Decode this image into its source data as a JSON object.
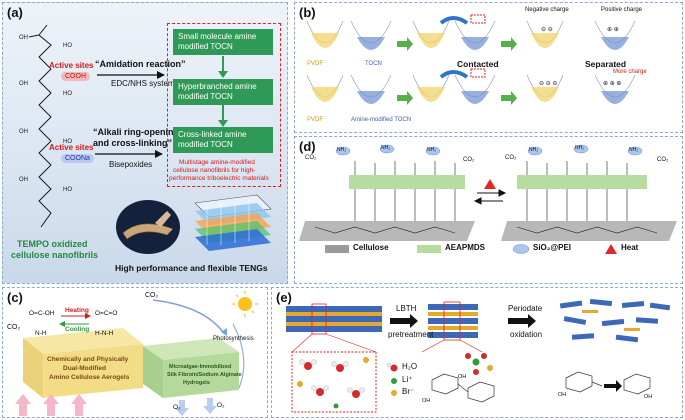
{
  "panels": {
    "a": {
      "label": "(a)",
      "active_sites_1": "Active sites",
      "cooh": "COOH",
      "amidation": "“Amidation reaction”",
      "edc": "EDC/NHS system",
      "active_sites_2": "Active sites",
      "coona": "COONa",
      "alkali_1": "“Alkali ring-opening",
      "alkali_2": "and cross-linking”",
      "bisepoxides": "Bisepoxides",
      "box1": "Small molecule amine modified TOCN",
      "box2": "Hyperbranched amine modified TOCN",
      "box3": "Cross-linked amine modified TOCN",
      "multistage_1": "Multistage amine-modified",
      "multistage_2": "cellulose nanofibrils for high-",
      "multistage_3": "performance triboelectric materials",
      "tempo_1": "TEMPO oxidized",
      "tempo_2": "cellulose nanofibrils",
      "teng": "High performance and flexible TENGs"
    },
    "b": {
      "label": "(b)",
      "pvdf_top": "PVDF",
      "tocn": "TOCN",
      "contacted": "Contacted",
      "separated": "Separated",
      "negative": "Negative charge",
      "positive": "Positive charge",
      "more_charge": "More charge",
      "pvdf_bottom": "PVDF",
      "amine_tocn": "Amine-modified TOCN"
    },
    "c": {
      "label": "(c)",
      "co2_top": "CO₂",
      "co2_left": "CO₂",
      "heating": "Heating",
      "cooling": "Cooling",
      "cooh": "O=C-OH",
      "nh": "N-H",
      "oco": "O=C=O",
      "hn": "H-N-H",
      "aerogel_1": "Chemically and Physically",
      "aerogel_2": "Dual-Modified",
      "aerogel_3": "Amino Cellulose Aerogels",
      "hydro_1": "Microalgae-Immobilized",
      "hydro_2": "Silk Fibroin/Sodium Alginate",
      "hydro_3": "Hydrogels",
      "photosynthesis": "Photosynthesis",
      "o2_a": "O₂",
      "o2_b": "O₂"
    },
    "d": {
      "label": "(d)",
      "legend_cellulose": "Cellulose",
      "legend_aeapmds": "AEAPMDS",
      "legend_sio2": "SiO₂@PEI",
      "legend_heat": "Heat",
      "nh2": "NH₂",
      "co2": "CO₂"
    },
    "e": {
      "label": "(e)",
      "lbth": "LBTH",
      "pretreatment": "pretreatment",
      "periodate": "Periodate",
      "oxidation": "oxidation",
      "h2o": "H₂O",
      "li": "Li⁺",
      "br": "Br⁻",
      "oh": "OH"
    }
  },
  "colors": {
    "green_box": "#2f9a57",
    "red_dashed": "#e02020",
    "panel_a_bg": "#dfe8f3",
    "cellulose_gray": "#9a9a9a",
    "aeapmds_green": "#b8dca0",
    "sio2_blue": "#a9c7ec",
    "heat_red": "#e02828",
    "pvdf_yellow": "#f2d46a",
    "tocn_blue": "#6c8fd0"
  }
}
